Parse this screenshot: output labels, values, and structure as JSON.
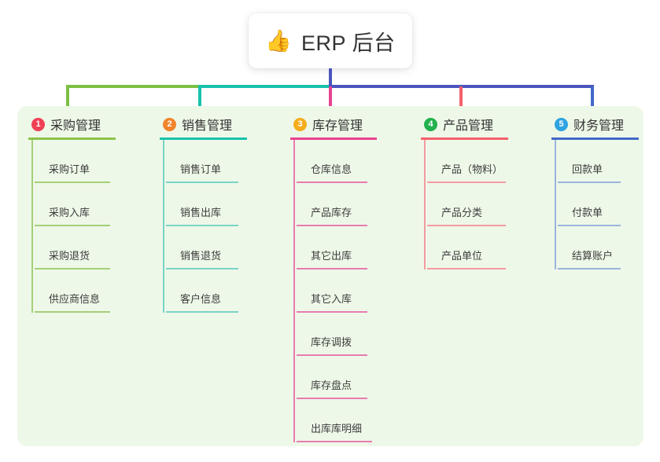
{
  "root": {
    "icon": "thumbs-up-icon",
    "emoji": "👍",
    "title": "ERP 后台"
  },
  "theme": {
    "page_background": "#ffffff",
    "panel_background": "#eef8e8",
    "root_connector": "#4b55bd",
    "connector_segment_1": "#7cc043",
    "connector_segment_2": "#17c2ab",
    "connector_segment_3": "#4b55bd"
  },
  "columns": [
    {
      "number": "1",
      "title": "采购管理",
      "badge_color": "#ef4056",
      "rule_color": "#8bc34a",
      "line_color": "#a5cf7a",
      "drop_color": "#7cc043",
      "items": [
        {
          "label": "采购订单"
        },
        {
          "label": "采购入库"
        },
        {
          "label": "采购退货"
        },
        {
          "label": "供应商信息"
        }
      ]
    },
    {
      "number": "2",
      "title": "销售管理",
      "badge_color": "#f2852b",
      "rule_color": "#17c2ab",
      "line_color": "#79d4c7",
      "drop_color": "#17c2ab",
      "items": [
        {
          "label": "销售订单"
        },
        {
          "label": "销售出库"
        },
        {
          "label": "销售退货"
        },
        {
          "label": "客户信息"
        }
      ]
    },
    {
      "number": "3",
      "title": "库存管理",
      "badge_color": "#f5ad1d",
      "rule_color": "#e8438f",
      "line_color": "#e87bb0",
      "drop_color": "#e8438f",
      "items": [
        {
          "label": "仓库信息"
        },
        {
          "label": "产品库存"
        },
        {
          "label": "其它出库"
        },
        {
          "label": "其它入库"
        },
        {
          "label": "库存调拨"
        },
        {
          "label": "库存盘点"
        },
        {
          "label": "出库库明细"
        }
      ]
    },
    {
      "number": "4",
      "title": "产品管理",
      "badge_color": "#22b14c",
      "rule_color": "#f4606c",
      "line_color": "#f59ba1",
      "drop_color": "#f4606c",
      "items": [
        {
          "label": "产品（物料）"
        },
        {
          "label": "产品分类"
        },
        {
          "label": "产品单位"
        }
      ]
    },
    {
      "number": "5",
      "title": "财务管理",
      "badge_color": "#2fa3e0",
      "rule_color": "#4169c8",
      "line_color": "#9bb4dd",
      "drop_color": "#4169c8",
      "items": [
        {
          "label": "回款单"
        },
        {
          "label": "付款单"
        },
        {
          "label": "结算账户"
        }
      ]
    }
  ]
}
